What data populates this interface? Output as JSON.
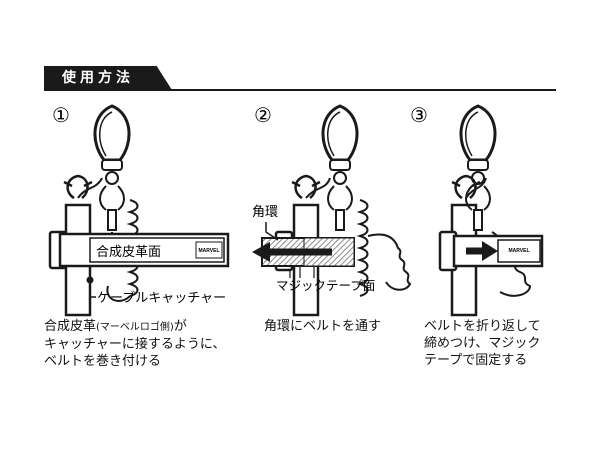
{
  "header": {
    "title": "使用方法"
  },
  "steps": [
    {
      "number": "①",
      "labels": {
        "front": "合成皮革面",
        "catcher": "ケーブルキャッチャー"
      },
      "caption": {
        "line1_main": "合成皮革",
        "line1_small": "(マーベルロゴ側)",
        "line1_end": "が",
        "line2": "キャッチャーに接するように、",
        "line3": "ベルトを巻き付ける"
      }
    },
    {
      "number": "②",
      "labels": {
        "ring": "角環",
        "velcro": "マジックテープ面"
      },
      "caption": {
        "line1": "角環にベルトを通す"
      }
    },
    {
      "number": "③",
      "caption": {
        "line1": "ベルトを折り返して",
        "line2": "締めつけ、マジック",
        "line3": "テープで固定する"
      }
    }
  ],
  "logo_text": "MARVEL",
  "colors": {
    "ink": "#1a1a1a",
    "hatch": "#9a9a9a"
  }
}
